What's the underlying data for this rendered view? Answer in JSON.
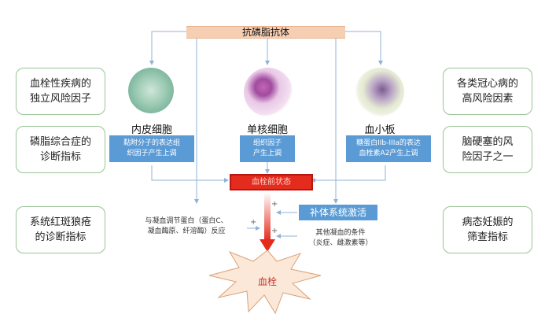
{
  "top": {
    "title": "抗磷脂抗体"
  },
  "left_boxes": [
    {
      "text": "血栓性疾病的\n独立风险因子"
    },
    {
      "text": "磷脂综合症的\n诊断指标"
    },
    {
      "text": "系统红斑狼疮\n的诊断指标"
    }
  ],
  "right_boxes": [
    {
      "text": "各类冠心病的\n高风险因素"
    },
    {
      "text": "脑硬塞的风\n险因子之一"
    },
    {
      "text": "病态妊娠的\n筛查指标"
    }
  ],
  "cells": [
    {
      "label": "内皮细胞",
      "desc": "黏附分子的表达组\n织因子产生上调"
    },
    {
      "label": "单核细胞",
      "desc": "组织因子\n产生上调"
    },
    {
      "label": "血小板",
      "desc": "糖蛋白IIb-IIIa的表达\n血栓素A2产生上调"
    }
  ],
  "center": {
    "red_state": "血栓前状态",
    "complement": "补体系统激活",
    "coag_reg": "与凝血调节蛋白（蛋白C、\n凝血酶原、纤溶酶）反应",
    "other_cond": "其他凝血的条件\n（炎症、雌激素等）",
    "burst": "血栓"
  },
  "colors": {
    "side_border": "#9cc79a",
    "blue_box": "#5b9bd5",
    "red_box": "#e32b1e",
    "top_bar": "#f6cfb3",
    "burst_fill": "#fbe8d9",
    "connector": "#8fb3d6"
  }
}
